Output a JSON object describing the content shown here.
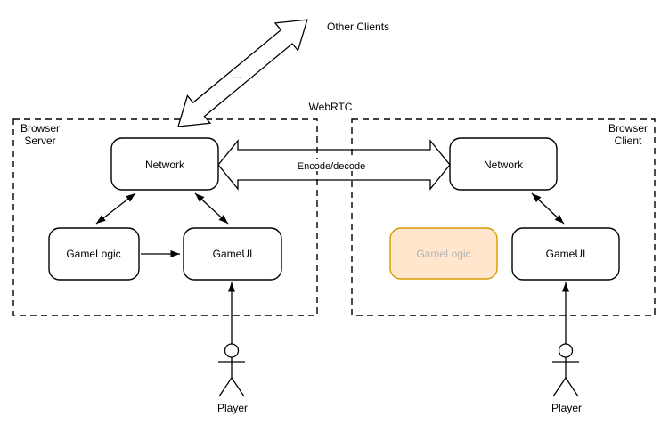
{
  "diagram": {
    "colors": {
      "line": "#000000",
      "box_fill": "#ffffff",
      "disabled_fill": "#ffe6cc",
      "disabled_stroke": "#d79b00",
      "disabled_text": "#b3b3b3"
    },
    "labels": {
      "other_clients": "Other Clients",
      "ellipsis": "...",
      "webrtc": "WebRTC",
      "encode_decode": "Encode/decode"
    },
    "containers": {
      "server": {
        "line1": "Browser",
        "line2": "Server"
      },
      "client": {
        "line1": "Browser",
        "line2": "Client"
      }
    },
    "nodes": {
      "server_network": "Network",
      "server_game_logic": "GameLogic",
      "server_game_ui": "GameUI",
      "server_player": "Player",
      "client_network": "Network",
      "client_game_logic": "GameLogic",
      "client_game_ui": "GameUI",
      "client_player": "Player"
    }
  }
}
